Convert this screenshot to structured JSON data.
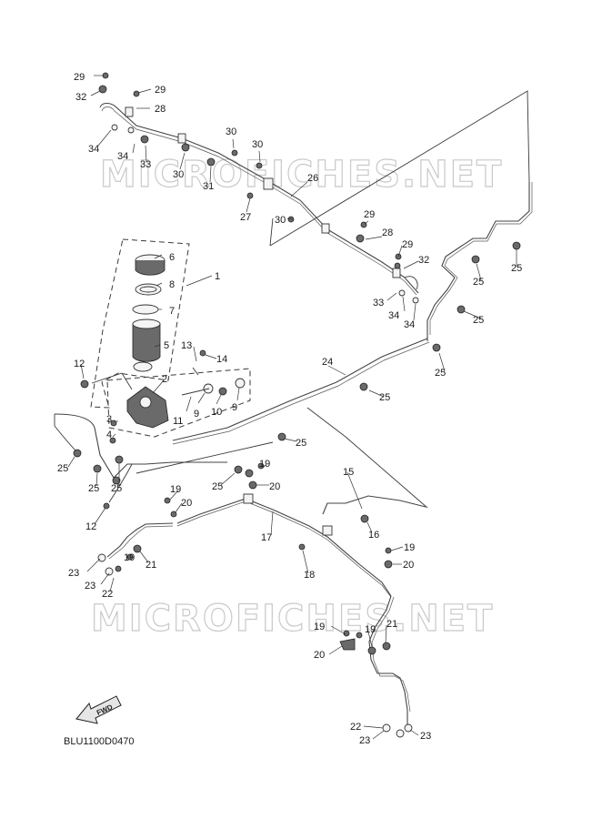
{
  "watermark": "MICROFICHES.NET",
  "diagram_code": "BLU1100D0470",
  "fwd_label": "FWD",
  "callouts": {
    "c1": "1",
    "c2": "2",
    "c3": "3",
    "c4": "4",
    "c5": "5",
    "c6": "6",
    "c7": "7",
    "c8": "8",
    "c9": "9",
    "c10": "10",
    "c11": "11",
    "c12": "12",
    "c13": "13",
    "c14": "14",
    "c15": "15",
    "c16": "16",
    "c17": "17",
    "c18": "18",
    "c19": "19",
    "c20": "20",
    "c21": "21",
    "c22": "22",
    "c23": "23",
    "c24": "24",
    "c25": "25",
    "c26": "26",
    "c27": "27",
    "c28": "28",
    "c29": "29",
    "c30": "30",
    "c31": "31",
    "c32": "32",
    "c33": "33",
    "c34": "34"
  }
}
